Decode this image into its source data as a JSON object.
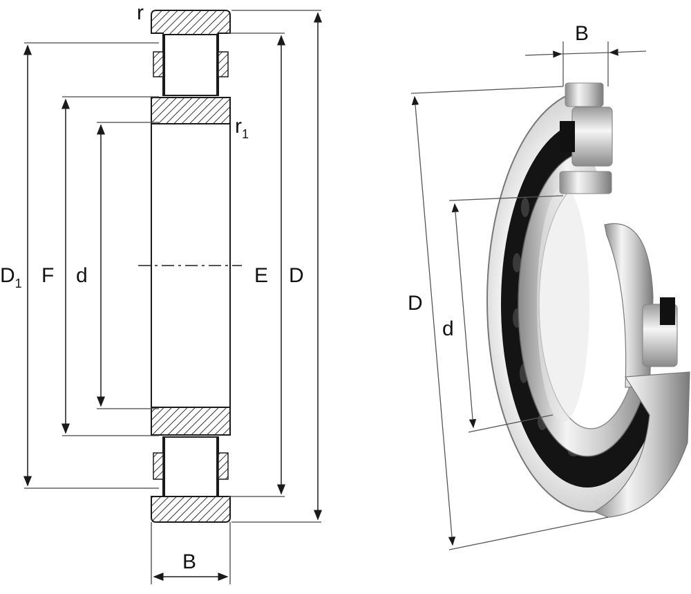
{
  "labels": {
    "r": "r",
    "r1_base": "r",
    "r1_sub": "1",
    "D1_base": "D",
    "D1_sub": "1",
    "F": "F",
    "d": "d",
    "E": "E",
    "D": "D",
    "B": "B",
    "iso_B": "B",
    "iso_D": "D",
    "iso_d": "d"
  },
  "colors": {
    "line": "#1a1a1a",
    "hatch": "#333333",
    "steel_light": "#f2f2f2",
    "steel_mid": "#bdbdbd",
    "steel_dark": "#6e6e6e",
    "cage": "#111111"
  }
}
